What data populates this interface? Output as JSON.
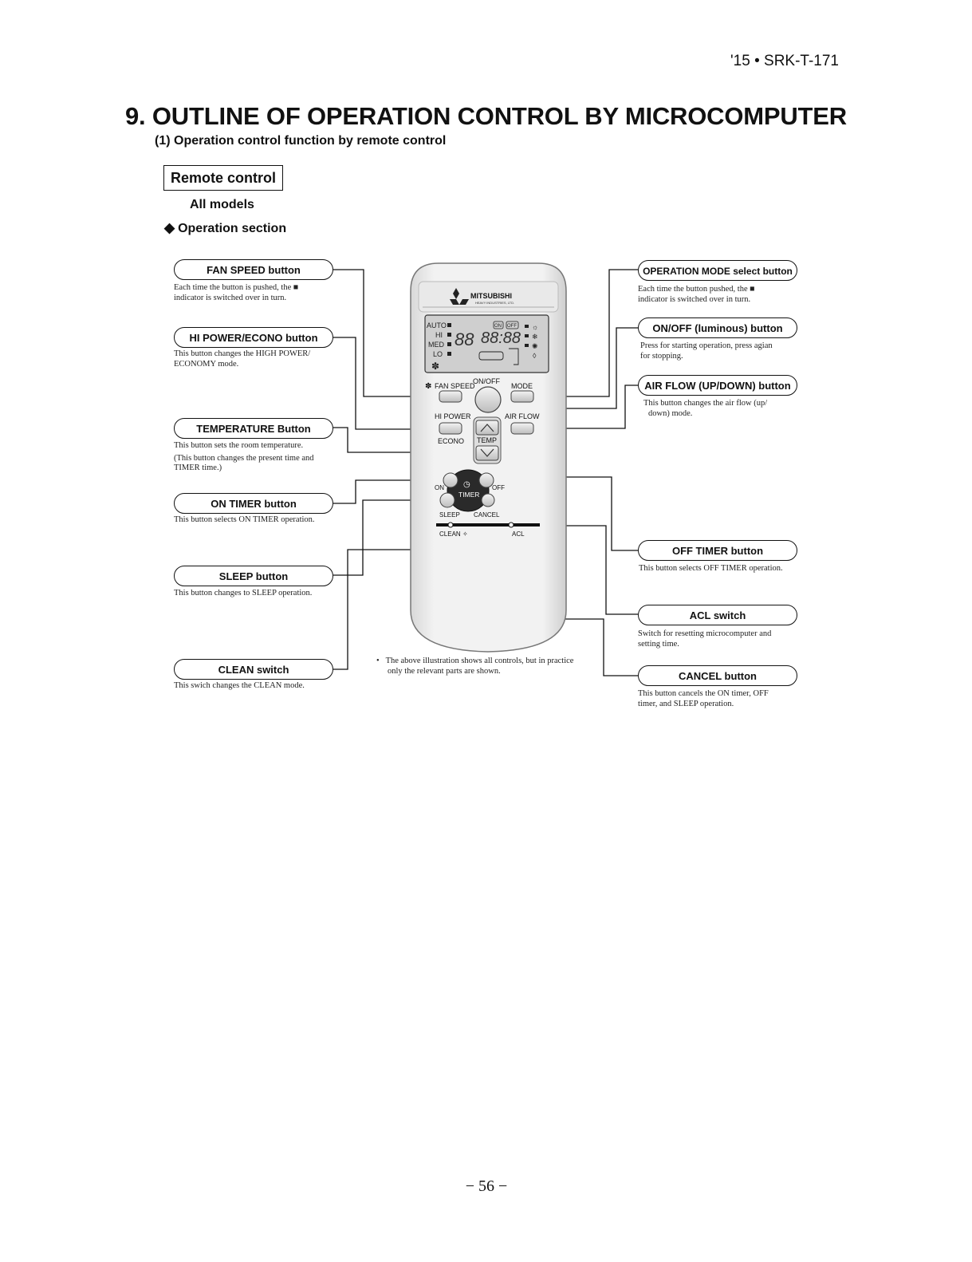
{
  "header": {
    "doc_code": "'15 • SRK-T-171"
  },
  "title": "9. OUTLINE OF OPERATION CONTROL BY MICROCOMPUTER",
  "subtitle": "(1)  Operation control function by remote control",
  "boxed_heading": "Remote control",
  "models": "All models",
  "section": {
    "bullet": "◆",
    "label": "Operation section"
  },
  "left_labels": [
    {
      "name": "FAN SPEED button",
      "desc": [
        "Each time the button is pushed, the ■",
        "indicator is switched over in turn."
      ]
    },
    {
      "name": "HI POWER/ECONO button",
      "desc": [
        "This button changes the HIGH POWER/",
        "ECONOMY mode."
      ]
    },
    {
      "name": "TEMPERATURE Button",
      "desc": [
        "This button sets the room temperature.",
        "(This button changes the present time and",
        "TIMER time.)"
      ]
    },
    {
      "name": "ON TIMER button",
      "desc": [
        "This button selects ON TIMER operation."
      ]
    },
    {
      "name": "SLEEP button",
      "desc": [
        "This button changes to SLEEP operation."
      ]
    },
    {
      "name": "CLEAN switch",
      "desc": [
        "This swich changes the CLEAN mode."
      ]
    }
  ],
  "right_labels": [
    {
      "name": "OPERATION MODE select button",
      "desc": [
        "Each time the button pushed, the ■",
        "indicator is switched over in turn."
      ]
    },
    {
      "name": "ON/OFF (luminous) button",
      "desc": [
        "Press for starting operation, press agian",
        "for stopping."
      ]
    },
    {
      "name": "AIR FLOW (UP/DOWN) button",
      "desc": [
        "This button changes the air flow (up/",
        "down) mode."
      ]
    },
    {
      "name": "OFF TIMER button",
      "desc": [
        "This button selects OFF TIMER operation."
      ]
    },
    {
      "name": "ACL switch",
      "desc": [
        "Switch for resetting microcomputer and",
        "setting time."
      ]
    },
    {
      "name": "CANCEL button",
      "desc": [
        "This button cancels the ON timer, OFF",
        "timer, and SLEEP operation."
      ]
    }
  ],
  "note": {
    "bullet": "•",
    "lines": [
      "The above illustration shows all controls, but in practice",
      "only the relevant parts are shown."
    ]
  },
  "remote": {
    "brand": "MITSUBISHI",
    "brand_sub": "HEAVY INDUSTRIES, LTD.",
    "lcd": {
      "fan_levels": [
        "AUTO",
        "HI",
        "MED",
        "LO"
      ],
      "temp": "88",
      "clock": "88:88",
      "on": "ON",
      "off": "OFF"
    },
    "buttons": {
      "fan_speed": "FAN SPEED",
      "on_off": "ON/OFF",
      "mode": "MODE",
      "hi_power": "HI POWER",
      "econo": "ECONO",
      "air_flow": "AIR FLOW",
      "temp": "TEMP",
      "on": "ON",
      "off": "OFF",
      "timer": "TIMER",
      "sleep": "SLEEP",
      "cancel": "CANCEL",
      "clean": "CLEAN",
      "acl": "ACL"
    }
  },
  "page_number": "− 56 −"
}
